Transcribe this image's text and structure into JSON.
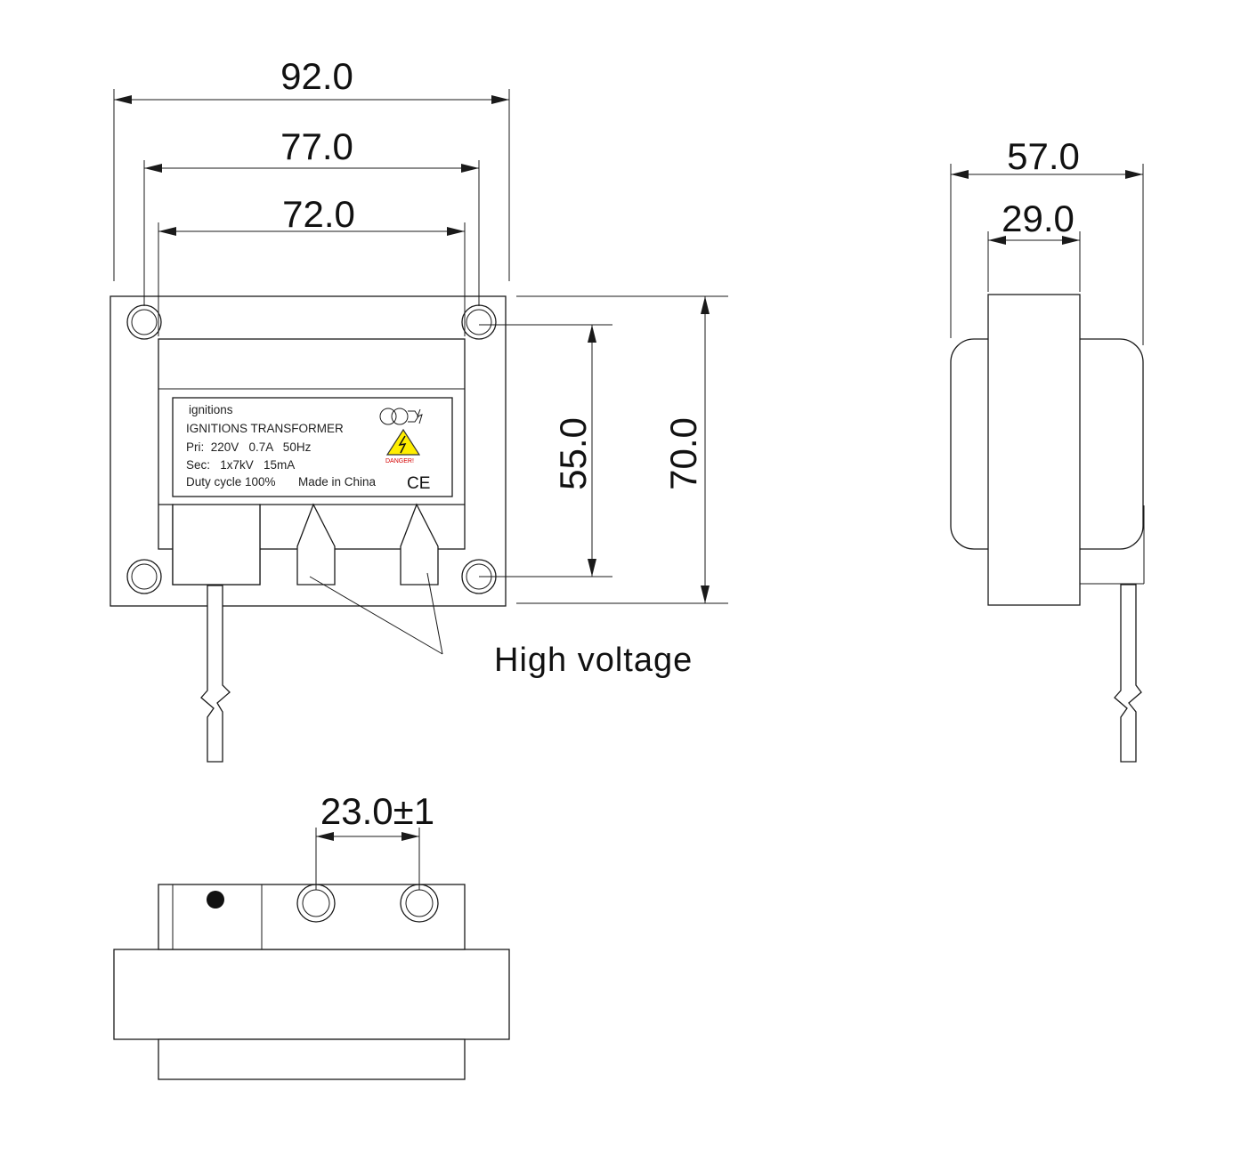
{
  "dimensions": {
    "overall_width": "92.0",
    "outer_hole_spacing": "77.0",
    "inner_hole_spacing": "72.0",
    "hole_vertical_spacing": "55.0",
    "overall_height": "70.0",
    "side_depth": "57.0",
    "core_depth": "29.0",
    "terminal_spacing": "23.0±1"
  },
  "nameplate": {
    "brand": "ignitions",
    "product": "IGNITIONS TRANSFORMER",
    "primary": "Pri:  220V   0.7A   50Hz",
    "secondary": "Sec:   1x7kV   15mA",
    "duty": "Duty cycle 100%",
    "origin": "Made in China",
    "warning": "DANGER!",
    "certification": "CE"
  },
  "callouts": {
    "high_voltage": "High voltage"
  },
  "colors": {
    "line": "#1a1a1a",
    "warning_fill": "#ffee00",
    "warning_text": "#d40000"
  }
}
